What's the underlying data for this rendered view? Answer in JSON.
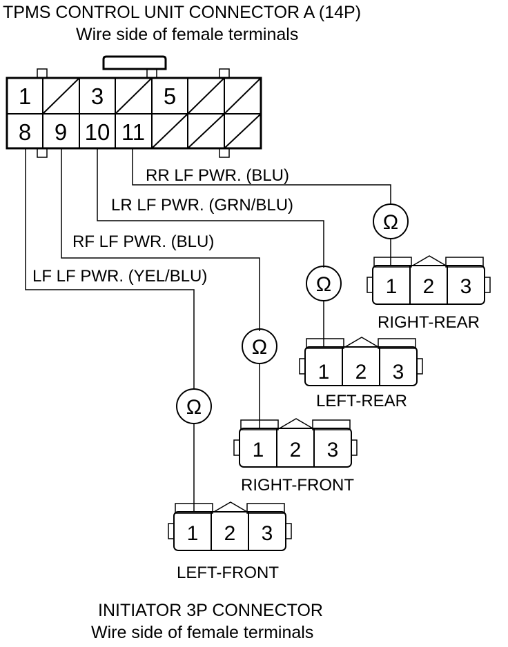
{
  "header": {
    "title": "TPMS CONTROL UNIT CONNECTOR A (14P)",
    "subtitle": "Wire side of female terminals"
  },
  "control_connector": {
    "pins_top": [
      "1",
      "",
      "3",
      "",
      "5",
      "",
      ""
    ],
    "pins_bottom": [
      "8",
      "9",
      "10",
      "11",
      "",
      "",
      ""
    ]
  },
  "wires": [
    {
      "label": "RR LF PWR. (BLU)"
    },
    {
      "label": "LR LF PWR. (GRN/BLU)"
    },
    {
      "label": "RF LF PWR. (BLU)"
    },
    {
      "label": "LF LF PWR. (YEL/BLU)"
    }
  ],
  "meter_symbol": "Ω",
  "initiators": [
    {
      "name": "RIGHT-REAR",
      "pins": [
        "1",
        "2",
        "3"
      ]
    },
    {
      "name": "LEFT-REAR",
      "pins": [
        "1",
        "2",
        "3"
      ]
    },
    {
      "name": "RIGHT-FRONT",
      "pins": [
        "1",
        "2",
        "3"
      ]
    },
    {
      "name": "LEFT-FRONT",
      "pins": [
        "1",
        "2",
        "3"
      ]
    }
  ],
  "footer": {
    "title": "INITIATOR 3P CONNECTOR",
    "subtitle": "Wire side of female terminals"
  }
}
